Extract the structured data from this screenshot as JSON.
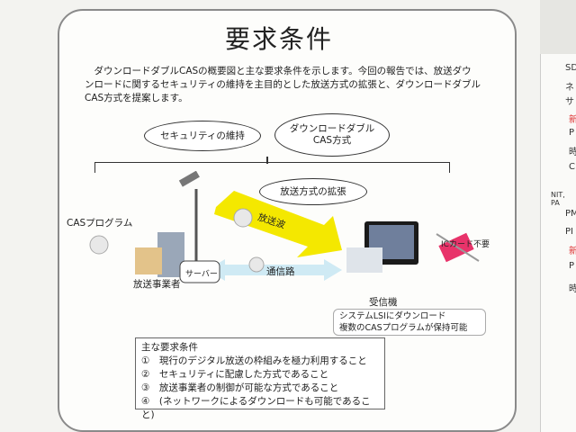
{
  "title": "要求条件",
  "intro": "ダウンロードダブルCASの概要図と主な要求条件を示します。今回の報告では、放送ダウンロードに関するセキュリティの維持を主目的とした放送方式の拡張と、ダウンロードダブルCAS方式を提案します。",
  "bubbles": {
    "security": "セキュリティの維持",
    "cas_line1": "ダウンロードダブル",
    "cas_line2": "CAS方式",
    "extension": "放送方式の拡張"
  },
  "diagram": {
    "cas_program": "CASプログラム",
    "broadcaster": "放送事業者",
    "server": "サーバー",
    "broadcast_wave": "放送波",
    "comm_path": "通信路",
    "receiver": "受信機",
    "ic_card": "ICカード不要",
    "receiver_note1": "システムLSIにダウンロード",
    "receiver_note2": "複数のCASプログラムが保持可能"
  },
  "requirements": {
    "heading": "主な要求条件",
    "items": [
      "①　現行のデジタル放送の枠組みを極力利用すること",
      "②　セキュリティに配慮した方式であること",
      "③　放送事業者の制御が可能な方式であること",
      "④　(ネットワークによるダウンロードも可能であること)"
    ]
  },
  "right_column": [
    "SD",
    "ネ",
    "サ",
    "新",
    "P",
    "時",
    "C",
    "NIT, PA",
    "PM",
    "PI",
    "新",
    "P",
    "時"
  ]
}
